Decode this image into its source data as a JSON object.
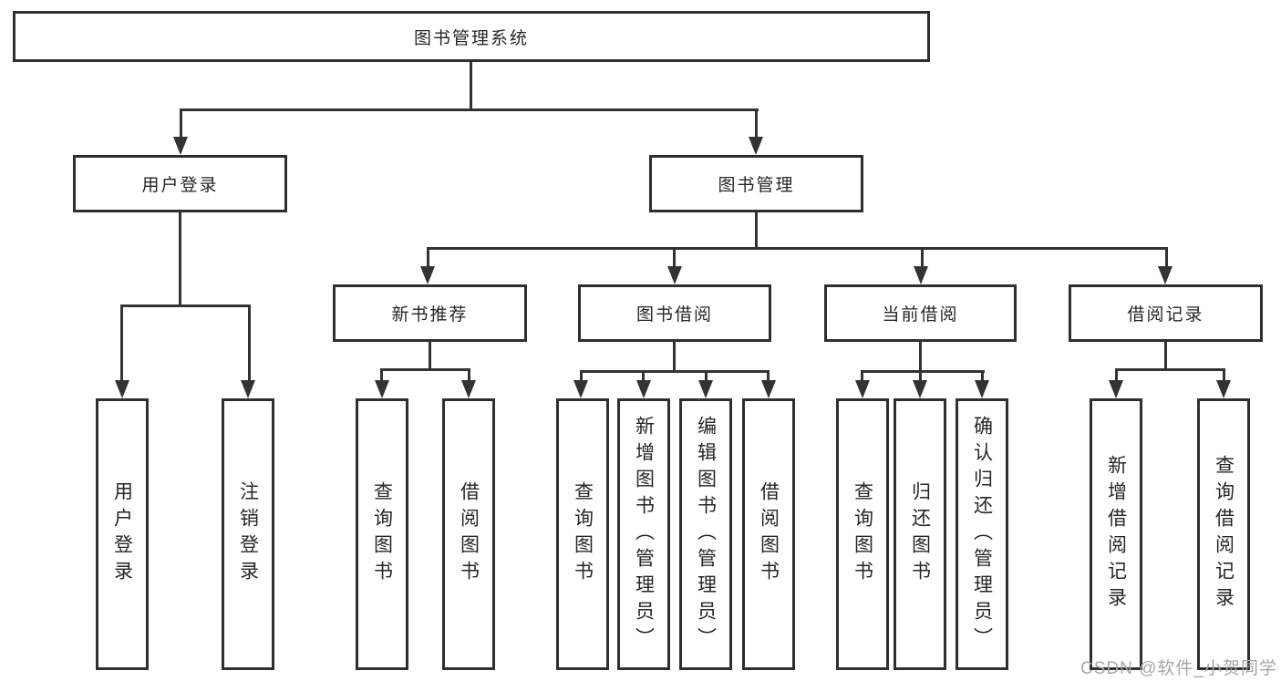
{
  "chart_type": "hierarchy-diagram",
  "tree": {
    "label": "图书管理系统",
    "children": [
      {
        "label": "用户登录",
        "children": [
          {
            "label": "用户登录"
          },
          {
            "label": "注销登录"
          }
        ]
      },
      {
        "label": "图书管理",
        "children": [
          {
            "label": "新书推荐",
            "children": [
              {
                "label": "查询图书"
              },
              {
                "label": "借阅图书"
              }
            ]
          },
          {
            "label": "图书借阅",
            "children": [
              {
                "label": "查询图书"
              },
              {
                "label": "新增图书（管理员）"
              },
              {
                "label": "编辑图书（管理员）"
              },
              {
                "label": "借阅图书"
              }
            ]
          },
          {
            "label": "当前借阅",
            "children": [
              {
                "label": "查询图书"
              },
              {
                "label": "归还图书"
              },
              {
                "label": "确认归还（管理员）"
              }
            ]
          },
          {
            "label": "借阅记录",
            "children": [
              {
                "label": "新增借阅记录"
              },
              {
                "label": "查询借阅记录"
              }
            ]
          }
        ]
      }
    ]
  },
  "watermark": {
    "text": "CSDN @软件_小贺同学"
  },
  "colors": {
    "line": "#333333",
    "border": "#2f2f2f",
    "text": "#262626",
    "watermark": "#a6a6a6",
    "background": "#ffffff"
  }
}
